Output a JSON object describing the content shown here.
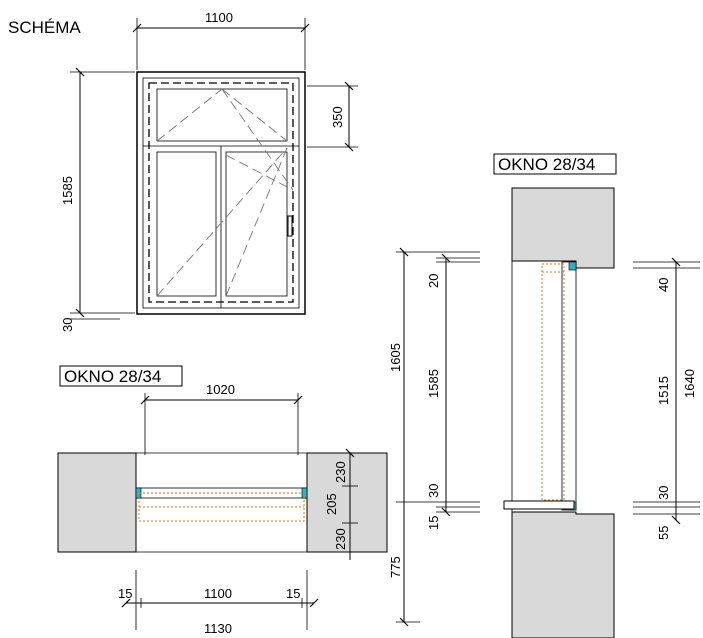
{
  "schema_label": "SCHÉMA",
  "window_title_plan": "OKNO 28/34",
  "window_title_section": "OKNO 28/34",
  "elevation_dims": {
    "width": "1100",
    "height": "1585",
    "transom": "350",
    "bottom": "30"
  },
  "plan_dims": {
    "opening": "1020",
    "depth_top": "230",
    "frame": "205",
    "depth_bottom": "230",
    "left": "15",
    "frame_width": "1100",
    "right": "15",
    "total": "1130"
  },
  "section_dims": {
    "left_total": "1605",
    "top": "20",
    "height": "1585",
    "bottom": "30",
    "sill": "15",
    "parapet": "775",
    "right_top": "40",
    "right_height": "1515",
    "right_total": "1640",
    "right_bottom": "30",
    "right_sill": "55"
  },
  "colors": {
    "wall": "#d9d9d9",
    "frame_accent": "#2ab3c2",
    "hidden_line": "#e07a1f"
  }
}
